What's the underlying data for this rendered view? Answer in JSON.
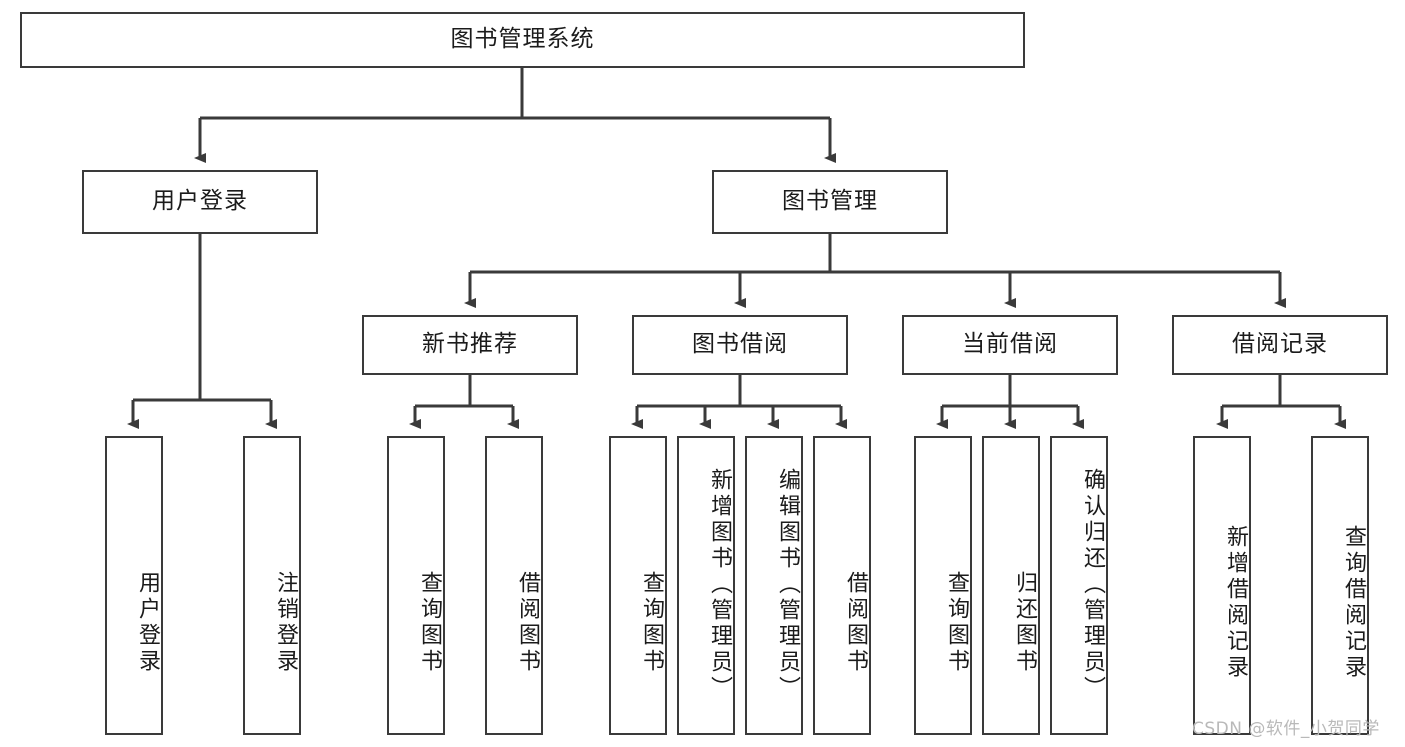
{
  "diagram": {
    "type": "tree-hierarchy-diagram",
    "title": "图书管理系统",
    "stroke_color": "#3a3a3a",
    "fill_color": "#ffffff",
    "text_color": "#1b1b1b",
    "levels": {
      "root": {
        "label": "图书管理系统"
      },
      "level2": [
        {
          "label": "用户登录"
        },
        {
          "label": "图书管理"
        }
      ],
      "level3": [
        {
          "label": "新书推荐"
        },
        {
          "label": "图书借阅"
        },
        {
          "label": "当前借阅"
        },
        {
          "label": "借阅记录"
        }
      ],
      "leaves": {
        "user_login": [
          {
            "label": "用户登录"
          },
          {
            "label": "注销登录"
          }
        ],
        "new_book_recommend": [
          {
            "label": "查询图书"
          },
          {
            "label": "借阅图书"
          }
        ],
        "book_borrow": [
          {
            "label": "查询图书"
          },
          {
            "label": "新增图书（管理员）"
          },
          {
            "label": "编辑图书（管理员）"
          },
          {
            "label": "借阅图书"
          }
        ],
        "current_borrow": [
          {
            "label": "查询图书"
          },
          {
            "label": "归还图书"
          },
          {
            "label": "确认归还（管理员）"
          }
        ],
        "borrow_record": [
          {
            "label": "新增借阅记录"
          },
          {
            "label": "查询借阅记录"
          }
        ]
      }
    }
  },
  "watermark": {
    "text": "CSDN @软件_小贺同学"
  }
}
